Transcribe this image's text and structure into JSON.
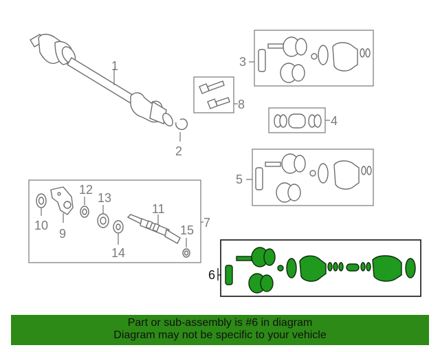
{
  "callouts": {
    "c1": "1",
    "c2": "2",
    "c3": "3",
    "c4": "4",
    "c5": "5",
    "c6": "6",
    "c7": "7",
    "c8": "8",
    "c9": "9",
    "c10": "10",
    "c11": "11",
    "c12": "12",
    "c13": "13",
    "c14": "14",
    "c15": "15"
  },
  "highlight": {
    "part_number": "6",
    "color": "#1f9a1f",
    "banner_color": "#2d8a16"
  },
  "footer": {
    "line1": "Part or sub-assembly is #6 in diagram",
    "line2": "Diagram may not be specific to your vehicle"
  }
}
